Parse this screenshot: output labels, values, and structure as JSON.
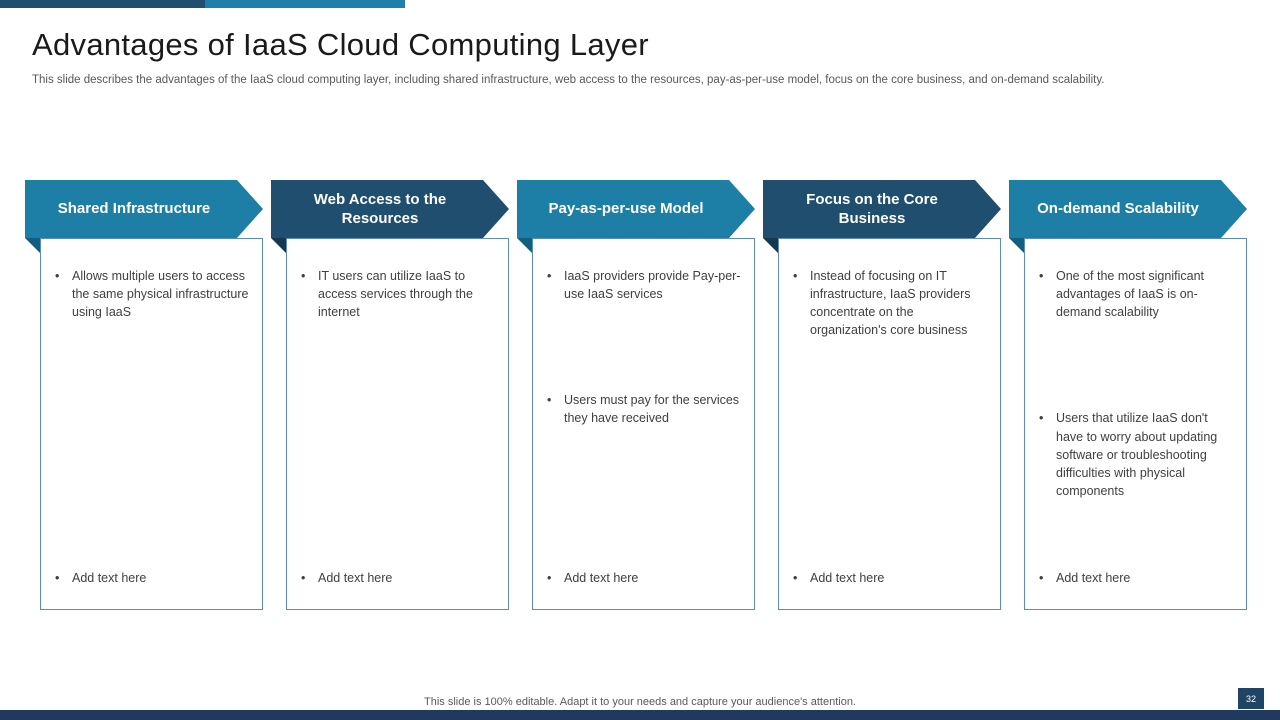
{
  "slide": {
    "title": "Advantages of IaaS Cloud Computing Layer",
    "subtitle": "This slide describes the advantages of the IaaS cloud computing layer, including shared infrastructure, web access to the resources, pay-as-per-use model, focus on the core business, and on-demand scalability."
  },
  "columns": [
    {
      "title": "Shared Infrastructure",
      "theme": "teal",
      "bullets_top": [
        "Allows multiple users to access the same physical infrastructure using IaaS"
      ],
      "bullets_mid": [],
      "add_text": "Add text here"
    },
    {
      "title": "Web Access to the Resources",
      "theme": "navy",
      "bullets_top": [
        "IT users can utilize IaaS to access services through the internet"
      ],
      "bullets_mid": [],
      "add_text": "Add text here"
    },
    {
      "title": "Pay-as-per-use Model",
      "theme": "teal",
      "bullets_top": [
        "IaaS providers provide Pay-per-use IaaS services"
      ],
      "bullets_mid": [
        "Users must pay for the services they have received"
      ],
      "add_text": "Add text here"
    },
    {
      "title": "Focus on the Core Business",
      "theme": "navy",
      "bullets_top": [
        "Instead of focusing on IT infrastructure, IaaS providers concentrate on the organization's core business"
      ],
      "bullets_mid": [],
      "add_text": "Add text here"
    },
    {
      "title": "On-demand Scalability",
      "theme": "teal",
      "bullets_top": [
        "One of the most significant advantages of IaaS is on-demand scalability"
      ],
      "bullets_mid": [
        "Users that utilize IaaS don't have to worry about updating software or troubleshooting difficulties with physical components"
      ],
      "add_text": "Add text here"
    }
  ],
  "footer": {
    "note": "This slide is 100% editable. Adapt it to your needs and capture your audience's attention.",
    "page_number": "32"
  },
  "colors": {
    "teal": "#1E7FA6",
    "navy": "#1F4E6E",
    "teal_fold": "#125E7E",
    "navy_fold": "#143850",
    "box_border": "#5B8DB8",
    "bottom_bar": "#203A5E",
    "page_number_bg": "#1F4466"
  }
}
